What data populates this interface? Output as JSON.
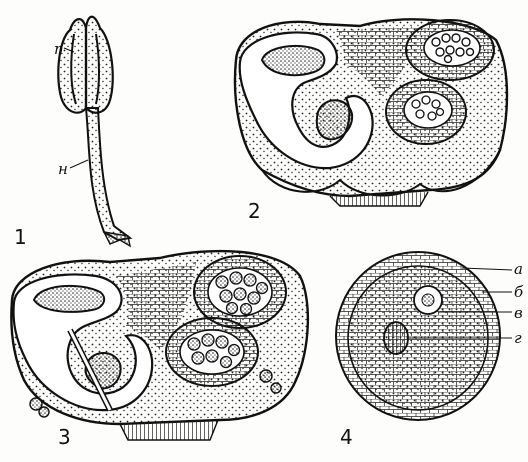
{
  "figures": [
    {
      "number": "1",
      "labels": [
        "п",
        "н"
      ]
    },
    {
      "number": "2",
      "labels": []
    },
    {
      "number": "3",
      "labels": []
    },
    {
      "number": "4",
      "labels": [
        "а",
        "б",
        "в",
        "г"
      ]
    }
  ],
  "colors": {
    "ink": "#111111",
    "paper": "#fdfdfb"
  }
}
